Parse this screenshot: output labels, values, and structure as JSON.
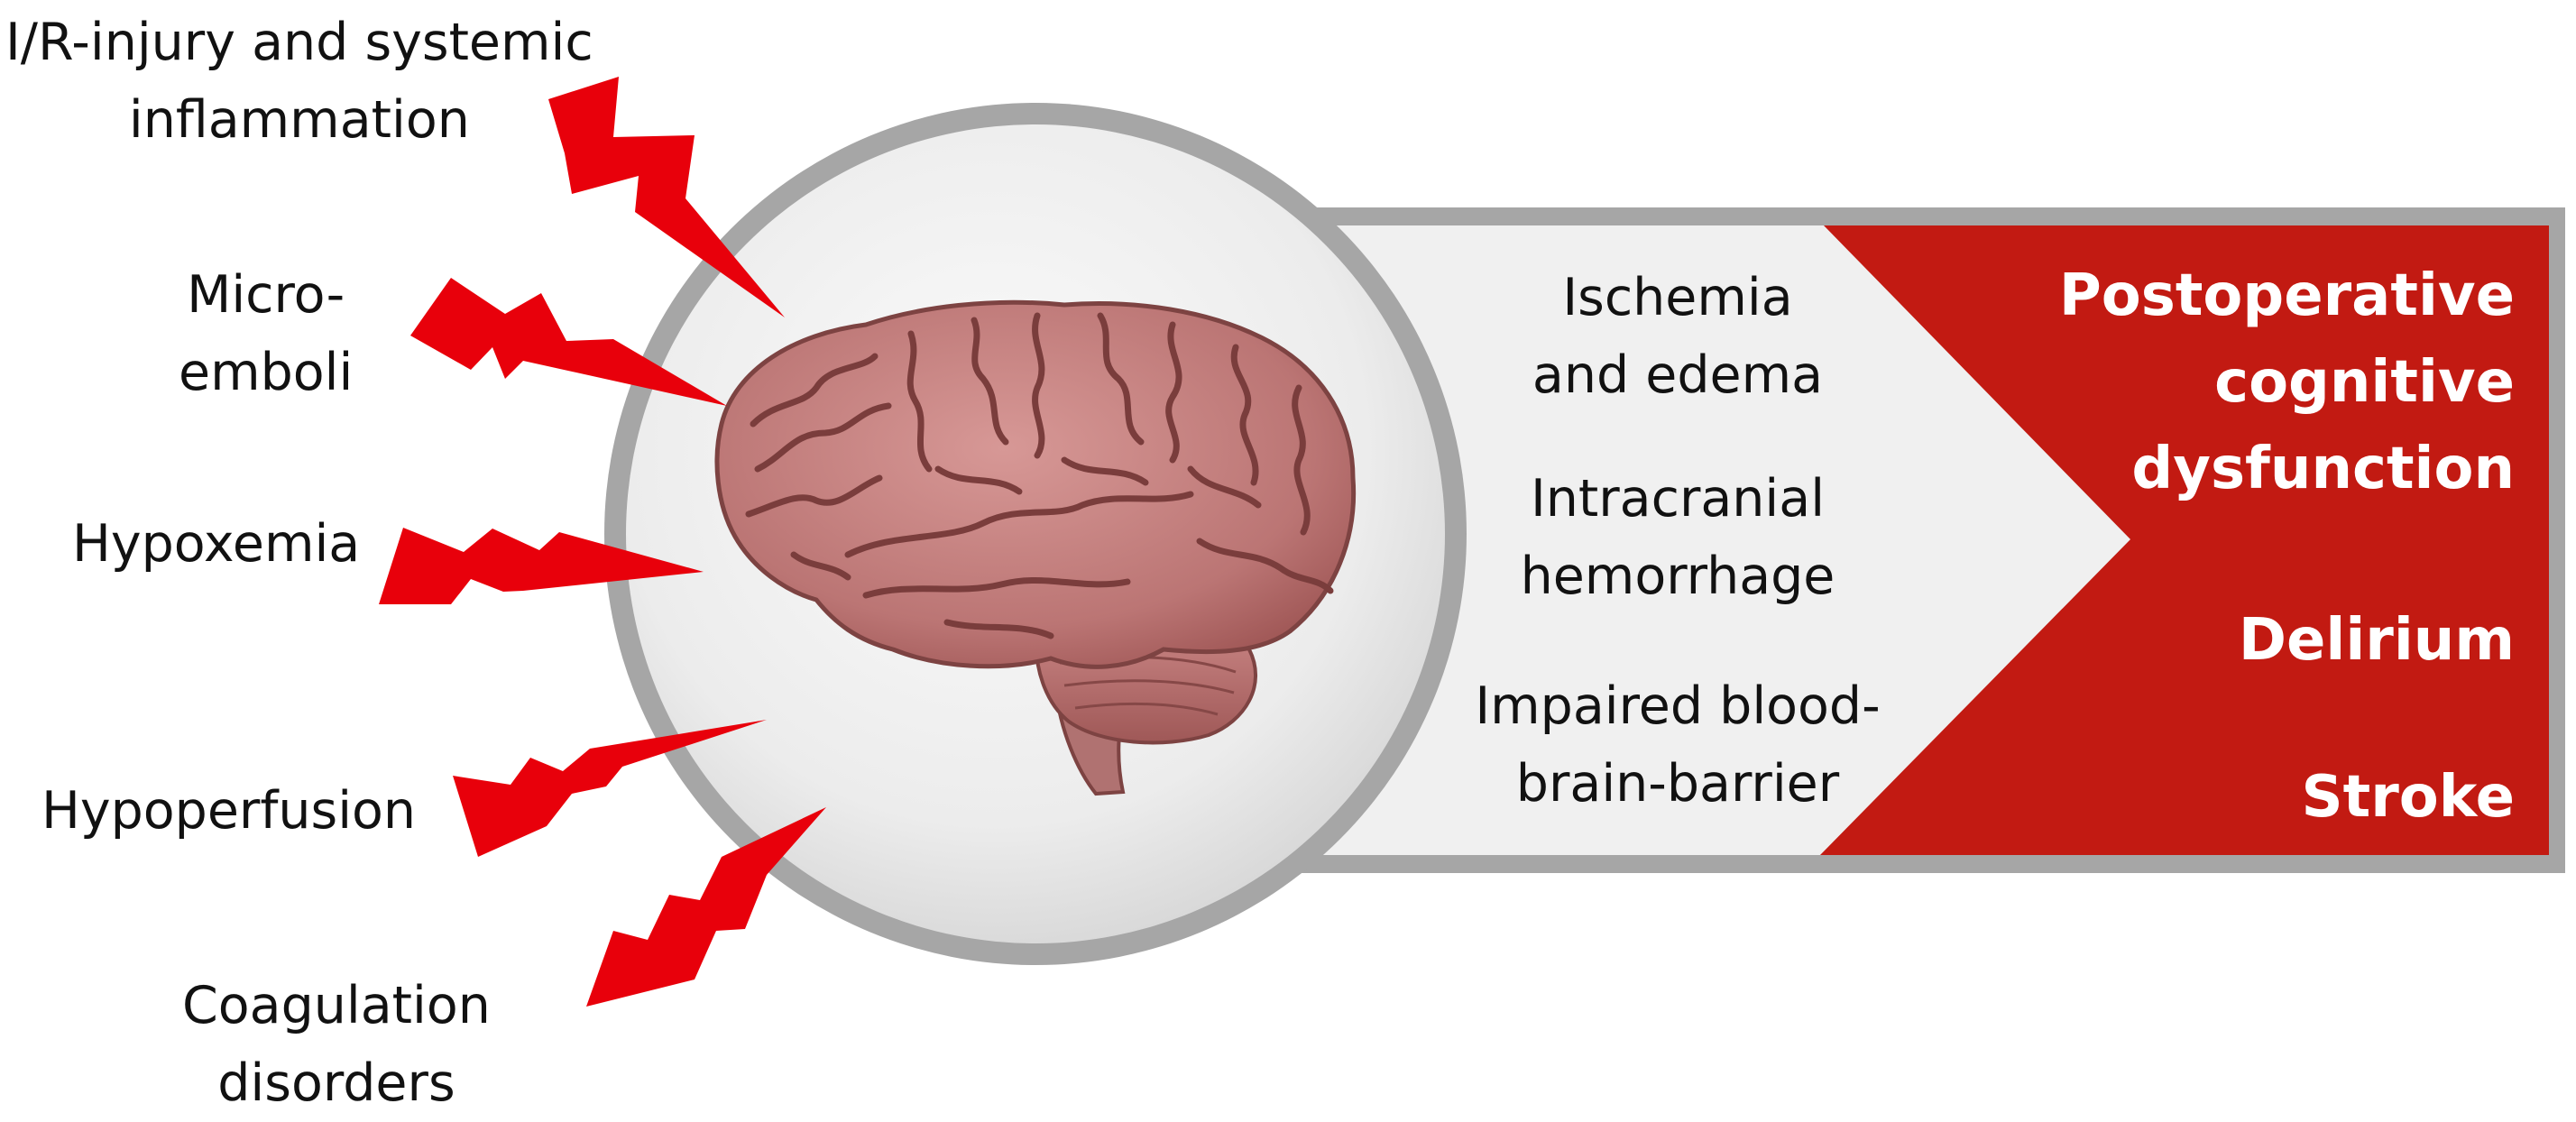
{
  "causes": [
    {
      "line1": "I/R-injury and systemic",
      "line2": "inflammation"
    },
    {
      "line1": "Micro-",
      "line2": "emboli"
    },
    {
      "line1": "Hypoxemia"
    },
    {
      "line1": "Hypoperfusion"
    },
    {
      "line1": "Coagulation",
      "line2": "disorders"
    }
  ],
  "mechanisms": [
    {
      "line1": "Ischemia",
      "line2": "and edema"
    },
    {
      "line1": "Intracranial",
      "line2": "hemorrhage"
    },
    {
      "line1": "Impaired blood-",
      "line2": "brain-barrier"
    }
  ],
  "outcomes": [
    {
      "line1": "Postoperative",
      "line2": "cognitive",
      "line3": "dysfunction"
    },
    {
      "line1": "Delirium"
    },
    {
      "line1": "Stroke"
    }
  ],
  "colors": {
    "bolt": "#e8000b",
    "outcome_panel": "#c21a12",
    "panel_border": "#a6a6a6",
    "panel_fill": "#f0f0f0",
    "brain": "#b8706f"
  },
  "icons": {
    "bolt": "lightning-bolt-icon",
    "brain": "brain-icon"
  }
}
